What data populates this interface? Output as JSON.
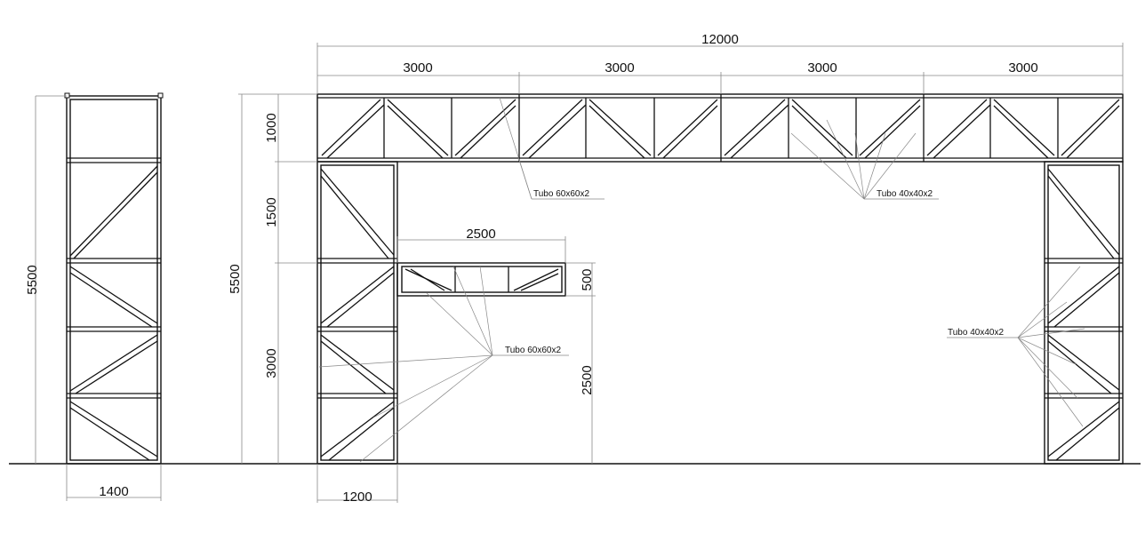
{
  "dimensions": {
    "side_width": "1400",
    "side_height": "5500",
    "main_height": "5500",
    "top_truss_height": "1000",
    "upper_column_height": "1500",
    "lower_column_height": "3000",
    "column_width": "1200",
    "total_span": "12000",
    "module_1": "3000",
    "module_2": "3000",
    "module_3": "3000",
    "module_4": "3000",
    "bracket_length": "2500",
    "bracket_height": "500",
    "bracket_elevation": "2500"
  },
  "notes": {
    "truss_chord_tube": "Tubo 60x60x2",
    "truss_web_tube": "Tubo 40x40x2",
    "column_tube": "Tubo 60x60x2",
    "right_column_tube": "Tubo 40x40x2"
  },
  "colors": {
    "line": "#111111",
    "dimension": "#888888",
    "background": "#ffffff"
  }
}
